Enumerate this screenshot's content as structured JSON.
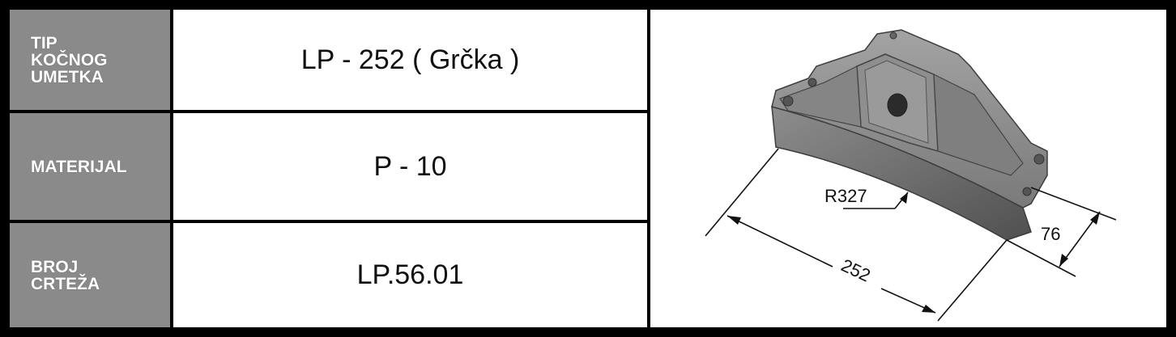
{
  "rows": [
    {
      "label": "TIP\nKOČNOG\nUMETKA",
      "value": "LP - 252 ( Grčka )"
    },
    {
      "label": "MATERIJAL",
      "value": "P - 10"
    },
    {
      "label": "BROJ\nCRTEŽA",
      "value": "LP.56.01"
    }
  ],
  "drawing": {
    "radius_label": "R327",
    "length_label": "252",
    "width_label": "76"
  },
  "colors": {
    "label_bg": "#8a8a8a",
    "value_bg": "#ffffff",
    "border": "#000000"
  }
}
